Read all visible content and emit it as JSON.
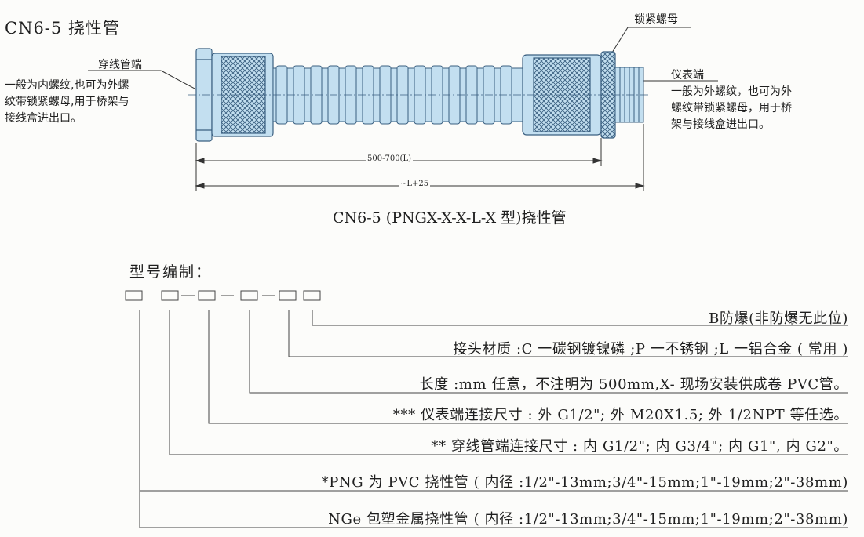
{
  "title": "CN6-5 挠性管",
  "labels": {
    "lock_nut": "锁紧螺母",
    "wire_end": "穿线管端",
    "wire_end_desc": [
      "一般为内螺纹,也可为外螺",
      "纹带锁紧螺母,用于桥架与",
      "接线盒进出口。"
    ],
    "instrument_end": "仪表端",
    "instrument_end_desc": [
      "一般为外螺纹，也可为外",
      "螺纹带锁紧螺母，用于桥",
      "架与接线盒进出口。"
    ],
    "dim_inner": "500-700(L)",
    "dim_outer": "~L+25"
  },
  "caption": "CN6-5 (PNGX-X-X-L-X  型)挠性管",
  "model": {
    "label": "型号编制：",
    "rows": [
      "B防爆(非防爆无此位)",
      "接头材质 :C 一碳钢镀镍磷 ;P 一不锈钢 ;L 一铝合金 ( 常用 )",
      "长度 :mm 任意，不注明为 500mm,X- 现场安装供成卷 PVC管。",
      "*** 仪表端连接尺寸 : 外 G1/2\"; 外 M20X1.5; 外 1/2NPT 等任选。",
      "** 穿线管端连接尺寸 : 内 G1/2\"; 内 G3/4\"; 内 G1\", 内 G2\"。",
      "*PNG 为 PVC 挠性管 ( 内径 :1/2\"-13mm;3/4\"-15mm;1\"-19mm;2\"-38mm)",
      "NGe 包塑金属挠性管 ( 内径 :1/2\"-13mm;3/4\"-15mm;1\"-19mm;2\"-38mm)"
    ]
  },
  "colors": {
    "part_fill": "#c3dff0",
    "part_stroke": "#3a5f80",
    "line": "#333333"
  }
}
